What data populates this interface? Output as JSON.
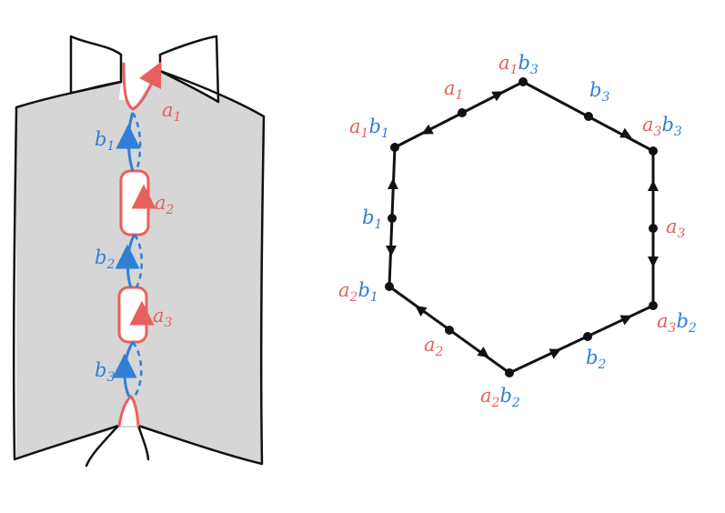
{
  "colors": {
    "red": "#e8605d",
    "blue": "#2f7fd6",
    "black": "#111111",
    "surface_fill": "#d6d6d6"
  },
  "surface_labels": {
    "a1": {
      "base": "a",
      "sub": "1"
    },
    "b1": {
      "base": "b",
      "sub": "1"
    },
    "a2": {
      "base": "a",
      "sub": "2"
    },
    "b2": {
      "base": "b",
      "sub": "2"
    },
    "a3": {
      "base": "a",
      "sub": "3"
    },
    "b3": {
      "base": "b",
      "sub": "3"
    }
  },
  "hexagon": {
    "vertices": [
      {
        "id": "a1b3",
        "a": "1",
        "b": "3"
      },
      {
        "id": "a3b3",
        "a": "3",
        "b": "3"
      },
      {
        "id": "a3b2",
        "a": "3",
        "b": "2"
      },
      {
        "id": "a2b2",
        "a": "2",
        "b": "2"
      },
      {
        "id": "a2b1",
        "a": "2",
        "b": "1"
      },
      {
        "id": "a1b1",
        "a": "1",
        "b": "1"
      }
    ],
    "edge_labels": [
      {
        "id": "edge-b3",
        "base": "b",
        "sub": "3",
        "color": "blue"
      },
      {
        "id": "edge-a3",
        "base": "a",
        "sub": "3",
        "color": "red"
      },
      {
        "id": "edge-b2",
        "base": "b",
        "sub": "2",
        "color": "blue"
      },
      {
        "id": "edge-a2",
        "base": "a",
        "sub": "2",
        "color": "red"
      },
      {
        "id": "edge-b1",
        "base": "b",
        "sub": "1",
        "color": "blue"
      },
      {
        "id": "edge-a1",
        "base": "a",
        "sub": "1",
        "color": "red"
      }
    ]
  }
}
